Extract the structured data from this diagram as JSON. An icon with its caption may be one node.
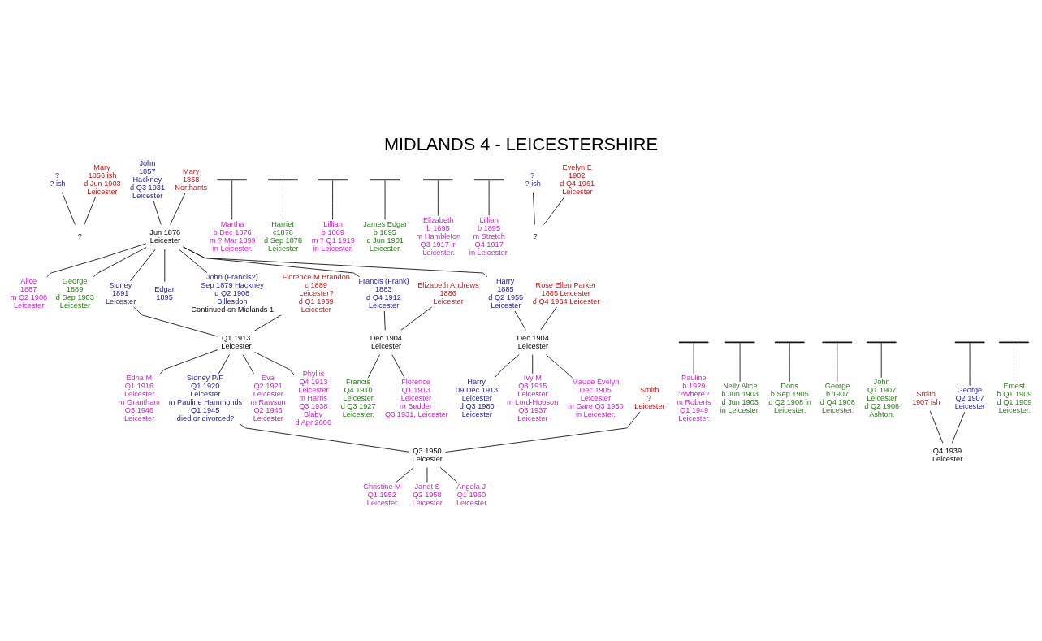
{
  "diagram": {
    "title": "MIDLANDS 4 - LEICESTERSHIRE",
    "nodes": [
      {
        "text": [
          "?",
          "? ish"
        ]
      },
      {
        "text": [
          "Mary",
          "1856 ish",
          "d Jun 1903",
          "Leicester"
        ]
      },
      {
        "text": [
          "?"
        ]
      },
      {
        "text": [
          "John",
          "1857",
          "Hackney",
          "d Q3 1931",
          "Leicester"
        ]
      },
      {
        "text": [
          "Mary",
          "1858",
          "Northants"
        ]
      },
      {
        "text": [
          "Jun 1876",
          "Leicester"
        ]
      },
      {
        "text": [
          "Martha",
          "b Dec 1876",
          "m ? Mar 1899",
          "in Leicester."
        ]
      },
      {
        "text": [
          "Harriet",
          "c1878",
          "d Sep 1878",
          "Leicester"
        ]
      },
      {
        "text": [
          "Lillian",
          "b 1889",
          "m ? Q1 1919",
          "in Leicester."
        ]
      },
      {
        "text": [
          "James Edgar",
          "b 1895",
          "d Jun 1901",
          "Leicester."
        ]
      },
      {
        "text": [
          "Elizabeth",
          "b 1895",
          "m Hambleton",
          "Q3 1917 in",
          "Leicester."
        ]
      },
      {
        "text": [
          "Lillian",
          "b 1895",
          "m Stretch",
          "Q4 1917",
          "in Leicester."
        ]
      },
      {
        "text": [
          "John (Francis?)",
          "Sep 1879 Hackney",
          "d Q2 1908",
          "Billesdon"
        ],
        "beside": [
          "Continued on Midlands 1"
        ]
      },
      {
        "text": [
          "Francis (Frank)",
          "1883",
          "d Q4 1912",
          "Leicester"
        ]
      },
      {
        "text": [
          "Harry",
          "1885",
          "d Q2 1955",
          "Leicester"
        ]
      },
      {
        "text": [
          "Alice",
          "1887",
          "m Q2 1908",
          "Leicester"
        ]
      },
      {
        "text": [
          "George",
          "1889",
          "d Sep 1903",
          "Leicester"
        ]
      },
      {
        "text": [
          "Sidney",
          "1891",
          "Leicester"
        ]
      },
      {
        "text": [
          "Edgar",
          "1895"
        ]
      },
      {
        "text": [
          "Elizabeth Andrews",
          "1886",
          "Leicester"
        ]
      },
      {
        "text": [
          "Rose Ellen Parker",
          "1885 Leicester",
          "d Q4 1964 Leicester"
        ]
      },
      {
        "text": [
          "Florence M Brandon",
          "c 1889",
          "Leicester?",
          "d Q1 1959",
          "Leicester"
        ]
      },
      {
        "text": [
          "Dec 1904",
          "Leicester"
        ]
      },
      {
        "text": [
          "Dec 1904",
          "Leicester"
        ]
      },
      {
        "text": [
          "Q1 1913",
          "Leicester"
        ]
      },
      {
        "text": [
          "Francis",
          "Q4 1910",
          "Leicester",
          "d Q3 1927",
          "Leicester."
        ]
      },
      {
        "text": [
          "Florence",
          "Q1 1913",
          "Leicester",
          "m Bedder",
          "Q3 1931, Leicester"
        ]
      },
      {
        "text": [
          "Maude Evelyn",
          "Dec 1905",
          "Leicester",
          "m Gare Q3 1930",
          "in Leicester."
        ]
      },
      {
        "text": [
          "Harry",
          "09 Dec 1913",
          "Leicester",
          "d Q3 1980",
          "Leicester"
        ]
      },
      {
        "text": [
          "Ivy M",
          "Q3 1915",
          "Leicester",
          "m Lord-Hobson",
          "Q3 1937",
          "Leicester"
        ]
      },
      {
        "text": [
          "Phyllis",
          "Q4 1913",
          "Leicester",
          "m Harris",
          "Q3 1938",
          "Blaby",
          "d Apr 2006"
        ]
      },
      {
        "text": [
          "Edna M",
          "Q1 1916",
          "Leicester",
          "m Grantham",
          "Q3 1946",
          "Leicester"
        ]
      },
      {
        "text": [
          "Sidney P/F",
          "Q1 1920",
          "Leicester",
          "m Pauline Hammonds",
          "Q1 1945",
          "died or divorced?"
        ]
      },
      {
        "text": [
          "Eva",
          "Q2 1921",
          "Leicester",
          "m Rawson",
          "Q2 1946",
          "Leicester"
        ]
      },
      {
        "text": [
          "Pauline",
          "b 1929",
          "?Where?",
          "m Roberts",
          "Q1 1949",
          "Leicester."
        ]
      },
      {
        "text": [
          "Nelly Alice",
          "b Jun 1903",
          "d Jun 1903",
          "in Leicester."
        ]
      },
      {
        "text": [
          "Doris",
          "b Sep 1905",
          "d Q2 1908 in",
          "Leicester."
        ]
      },
      {
        "text": [
          "George",
          "b 1907",
          "d Q4 1908",
          "Leicester."
        ]
      },
      {
        "text": [
          "John",
          "Q1 1907",
          "Leicester",
          "d Q2 1908",
          "Ashton."
        ]
      },
      {
        "text": [
          "George",
          "Q2 1907",
          "Leicester"
        ]
      },
      {
        "text": [
          "Smith",
          "1907 ish"
        ]
      },
      {
        "text": [
          "Ernest",
          "b Q1 1909",
          "d Q1 1909",
          "Leicester."
        ]
      },
      {
        "text": [
          "Q4 1939",
          "Leicester"
        ]
      },
      {
        "text": [
          "Smith",
          "?",
          "Leicester"
        ]
      },
      {
        "text": [
          "Q3 1950",
          "Leicester"
        ]
      },
      {
        "text": [
          "Christine M",
          "Q1 1952",
          "Leicester"
        ]
      },
      {
        "text": [
          "Janet S",
          "Q2 1958",
          "Leicester"
        ]
      },
      {
        "text": [
          "Angela J",
          "Q1 1960",
          "Leicester"
        ]
      },
      {
        "text": [
          "?",
          "? ish"
        ]
      },
      {
        "text": [
          "Evelyn E",
          "1902",
          "d Q4 1961",
          "Leicester"
        ]
      },
      {
        "text": [
          "?"
        ]
      },
      {
        "text": [],
        "shape": "bar"
      },
      {
        "text": [],
        "shape": "bar"
      },
      {
        "text": [],
        "shape": "bar"
      },
      {
        "text": [],
        "shape": "bar"
      },
      {
        "text": [],
        "shape": "bar"
      },
      {
        "text": [],
        "shape": "bar"
      },
      {
        "text": [],
        "shape": "bar"
      },
      {
        "text": [],
        "shape": "bar"
      },
      {
        "text": [],
        "shape": "bar"
      },
      {
        "text": [],
        "shape": "bar"
      },
      {
        "text": [],
        "shape": "bar"
      },
      {
        "text": [],
        "shape": "bar"
      },
      {
        "text": [],
        "shape": "bar"
      }
    ],
    "edges": [
      {
        "from": 0,
        "to": 2,
        "arrow": "none"
      },
      {
        "from": 1,
        "to": 2,
        "arrow": "none"
      },
      {
        "from": 3,
        "to": 5,
        "arrow": "none"
      },
      {
        "from": 4,
        "to": 5,
        "arrow": "none"
      },
      {
        "from": 51,
        "to": 6,
        "arrow": "none"
      },
      {
        "from": 52,
        "to": 7,
        "arrow": "none"
      },
      {
        "from": 53,
        "to": 8,
        "arrow": "none"
      },
      {
        "from": 54,
        "to": 9,
        "arrow": "none"
      },
      {
        "from": 55,
        "to": 10,
        "arrow": "none"
      },
      {
        "from": 56,
        "to": 11,
        "arrow": "none"
      },
      {
        "from": 5,
        "to": 12,
        "arrow": "none"
      },
      {
        "from": 5,
        "to": 13,
        "arrow": "none"
      },
      {
        "from": 5,
        "to": 14,
        "arrow": "none"
      },
      {
        "from": 5,
        "to": 15,
        "arrow": "none"
      },
      {
        "from": 5,
        "to": 16,
        "arrow": "none"
      },
      {
        "from": 5,
        "to": 17,
        "arrow": "none"
      },
      {
        "from": 5,
        "to": 18,
        "arrow": "none"
      },
      {
        "from": 13,
        "to": 22,
        "arrow": "none"
      },
      {
        "from": 19,
        "to": 22,
        "arrow": "none"
      },
      {
        "from": 14,
        "to": 23,
        "arrow": "none"
      },
      {
        "from": 20,
        "to": 23,
        "arrow": "none"
      },
      {
        "from": 17,
        "to": 24,
        "arrow": "none"
      },
      {
        "from": 21,
        "to": 24,
        "arrow": "none"
      },
      {
        "from": 22,
        "to": 25,
        "arrow": "none"
      },
      {
        "from": 22,
        "to": 26,
        "arrow": "none"
      },
      {
        "from": 23,
        "to": 27,
        "arrow": "none"
      },
      {
        "from": 23,
        "to": 28,
        "arrow": "none"
      },
      {
        "from": 23,
        "to": 29,
        "arrow": "none"
      },
      {
        "from": 24,
        "to": 30,
        "arrow": "none"
      },
      {
        "from": 24,
        "to": 31,
        "arrow": "none"
      },
      {
        "from": 24,
        "to": 32,
        "arrow": "none"
      },
      {
        "from": 24,
        "to": 33,
        "arrow": "none"
      },
      {
        "from": 57,
        "to": 34,
        "arrow": "none"
      },
      {
        "from": 58,
        "to": 35,
        "arrow": "none"
      },
      {
        "from": 59,
        "to": 36,
        "arrow": "none"
      },
      {
        "from": 60,
        "to": 37,
        "arrow": "none"
      },
      {
        "from": 61,
        "to": 38,
        "arrow": "none"
      },
      {
        "from": 62,
        "to": 39,
        "arrow": "none"
      },
      {
        "from": 63,
        "to": 41,
        "arrow": "none"
      },
      {
        "from": 39,
        "to": 42,
        "arrow": "none"
      },
      {
        "from": 40,
        "to": 42,
        "arrow": "none"
      },
      {
        "from": 32,
        "to": 44,
        "arrow": "none"
      },
      {
        "from": 43,
        "to": 44,
        "arrow": "none"
      },
      {
        "from": 44,
        "to": 45,
        "arrow": "none"
      },
      {
        "from": 44,
        "to": 46,
        "arrow": "none"
      },
      {
        "from": 44,
        "to": 47,
        "arrow": "none"
      },
      {
        "from": 48,
        "to": 50,
        "arrow": "none"
      },
      {
        "from": 49,
        "to": 50,
        "arrow": "none"
      }
    ]
  }
}
